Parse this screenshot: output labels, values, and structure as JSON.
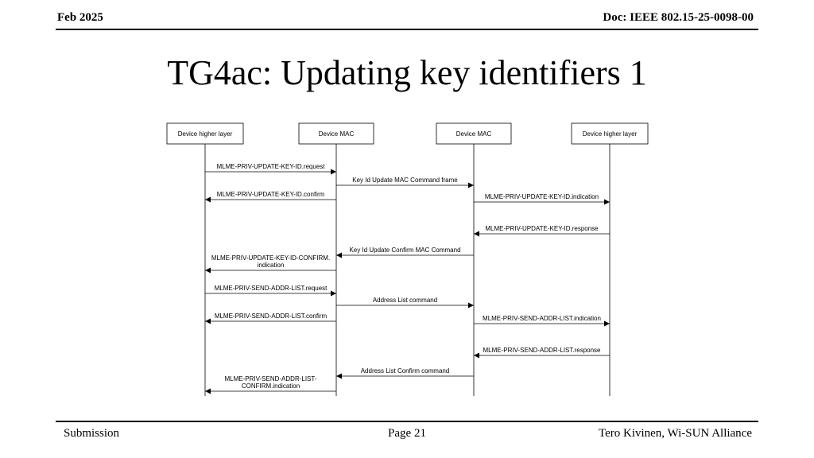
{
  "header": {
    "date": "Feb 2025",
    "doc": "Doc: IEEE 802.15-25-0098-00"
  },
  "title": "TG4ac: Updating key identifiers 1",
  "participants": [
    {
      "label": "Device higher layer"
    },
    {
      "label": "Device MAC"
    },
    {
      "label": "Device MAC"
    },
    {
      "label": "Device higher layer"
    }
  ],
  "messages": [
    {
      "from": 0,
      "to": 1,
      "lines": [
        "MLME-PRIV-UPDATE-KEY-ID.request"
      ]
    },
    {
      "from": 1,
      "to": 2,
      "lines": [
        "Key Id Update MAC Command frame"
      ]
    },
    {
      "from": 1,
      "to": 0,
      "lines": [
        "MLME-PRIV-UPDATE-KEY-ID.confirm"
      ]
    },
    {
      "from": 2,
      "to": 3,
      "lines": [
        "MLME-PRIV-UPDATE-KEY-ID.indication"
      ]
    },
    {
      "from": 3,
      "to": 2,
      "lines": [
        "MLME-PRIV-UPDATE-KEY-ID.response"
      ]
    },
    {
      "from": 2,
      "to": 1,
      "lines": [
        "Key Id Update Confirm MAC Command"
      ]
    },
    {
      "from": 1,
      "to": 0,
      "lines": [
        "MLME-PRIV-UPDATE-KEY-ID-CONFIRM.",
        "indication"
      ]
    },
    {
      "from": 0,
      "to": 1,
      "lines": [
        "MLME-PRIV-SEND-ADDR-LIST.request"
      ]
    },
    {
      "from": 1,
      "to": 2,
      "lines": [
        "Address List command"
      ]
    },
    {
      "from": 1,
      "to": 0,
      "lines": [
        "MLME-PRIV-SEND-ADDR-LIST.confirm"
      ]
    },
    {
      "from": 2,
      "to": 3,
      "lines": [
        "MLME-PRIV-SEND-ADDR-LIST.indication"
      ]
    },
    {
      "from": 3,
      "to": 2,
      "lines": [
        "MLME-PRIV-SEND-ADDR-LIST.response"
      ]
    },
    {
      "from": 2,
      "to": 1,
      "lines": [
        "Address List Confirm command"
      ]
    },
    {
      "from": 1,
      "to": 0,
      "lines": [
        "MLME-PRIV-SEND-ADDR-LIST-",
        "CONFIRM.indication"
      ]
    }
  ],
  "footer": {
    "left": "Submission",
    "center": "Page 21",
    "right": "Tero Kivinen, Wi-SUN Alliance"
  }
}
